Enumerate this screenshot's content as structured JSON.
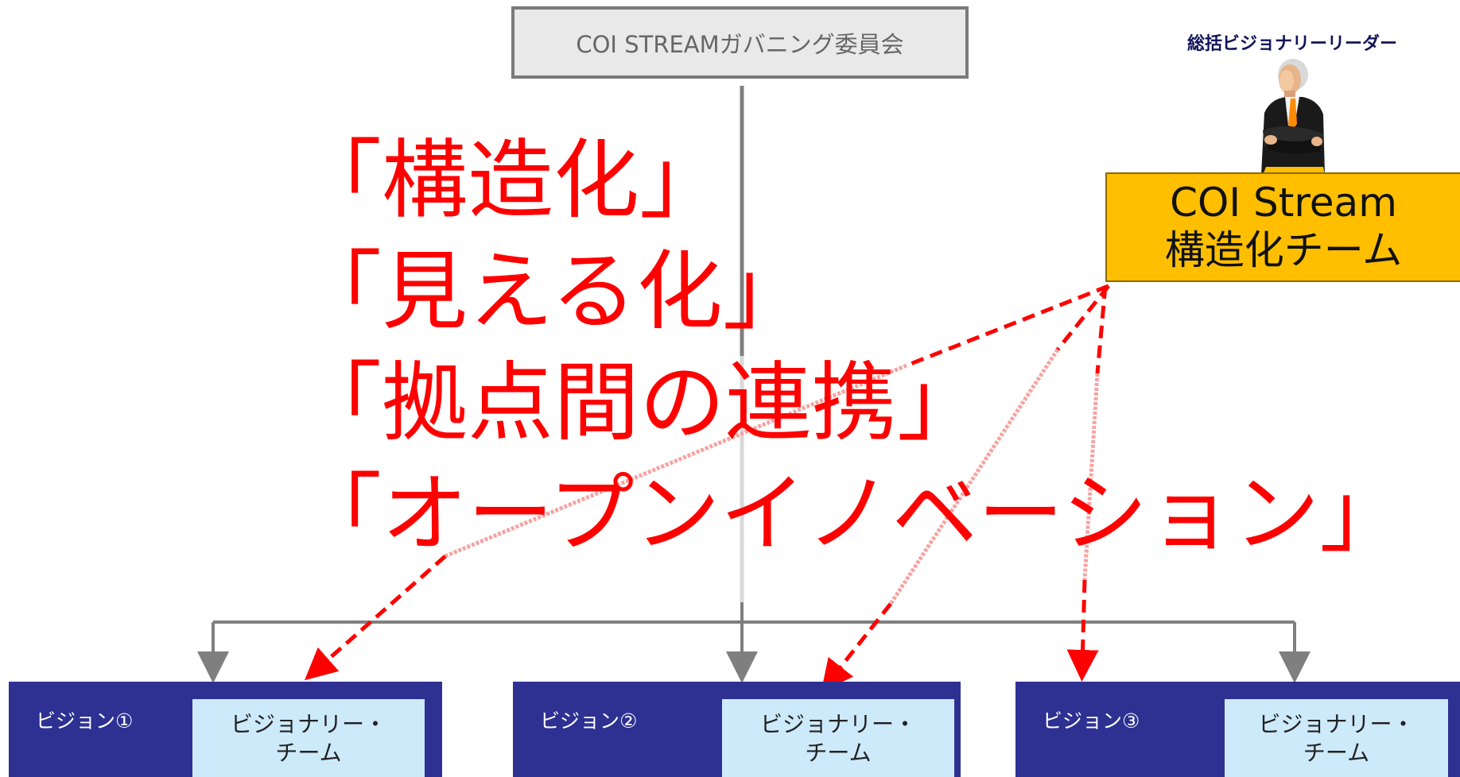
{
  "committee": {
    "label": "COI STREAMガバニング委員会"
  },
  "leader": {
    "label": "総括ビジョナリーリーダー",
    "icon": "business-man-icon"
  },
  "structuring_team": {
    "line1": "COI Stream",
    "line2": "構造化チーム",
    "color": "#ffbf00"
  },
  "slogans": [
    "「構造化」",
    "「見える化」",
    "「拠点間の連携」",
    "「オープンイノベーション」"
  ],
  "visions": [
    {
      "label": "ビジョン①",
      "team_line1": "ビジョナリー・",
      "team_line2": "チーム"
    },
    {
      "label": "ビジョン②",
      "team_line1": "ビジョナリー・",
      "team_line2": "チーム"
    },
    {
      "label": "ビジョン③",
      "team_line1": "ビジョナリー・",
      "team_line2": "チーム"
    }
  ],
  "colors": {
    "slogan": "#ff0000",
    "vision_box": "#2e3192",
    "vision_team": "#cdeafb",
    "connector": "#7f7f7f",
    "arrow": "#ff0000"
  }
}
